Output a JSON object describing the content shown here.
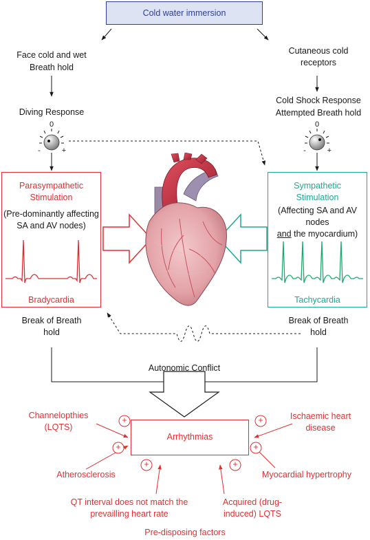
{
  "top": {
    "title": "Cold water immersion"
  },
  "left": {
    "face_line1": "Face cold and wet",
    "face_line2": "Breath hold",
    "diving": "Diving Response",
    "dial_zero": "0",
    "dial_minus": "-",
    "dial_plus": "+",
    "box_title1": "Parasympathetic",
    "box_title2": "Stimulation",
    "box_desc1": "(Pre-dominantly affecting",
    "box_desc2": "SA and AV nodes)",
    "box_label": "Bradycardia",
    "break1": "Break of Breath",
    "break2": "hold"
  },
  "right": {
    "cut1": "Cutaneous cold",
    "cut2": "receptors",
    "shock1": "Cold Shock Response",
    "shock2": "Attempted Breath hold",
    "dial_zero": "0",
    "dial_minus": "-",
    "dial_plus": "+",
    "box_title1": "Sympathetic",
    "box_title2": "Stimulation",
    "box_desc1": "(Affecting SA and AV",
    "box_desc2": "nodes",
    "box_desc3_u": "and",
    "box_desc3_rest": " the myocardium)",
    "box_label": "Tachycardia",
    "break1": "Break of Breath",
    "break2": "hold"
  },
  "center": {
    "conflict": "Autonomic Conflict",
    "arrhythmias": "Arrhythmias",
    "plus": "+"
  },
  "factors": {
    "chan1": "Channelopthies",
    "chan2": "(LQTS)",
    "ischaemic1": "Ischaemic heart",
    "ischaemic2": "disease",
    "athero": "Atherosclerosis",
    "myocardial": "Myocardial hypertrophy",
    "qt1": "QT interval does not match the",
    "qt2": "prevailling heart rate",
    "acq1": "Acquired (drug-",
    "acq2": "induced) LQTS",
    "predisposing": "Pre-disposing factors"
  },
  "colors": {
    "red": "#e03030",
    "teal": "#1aaa90",
    "blue": "#2f3f8f",
    "box_fill": "#dde3f3"
  }
}
